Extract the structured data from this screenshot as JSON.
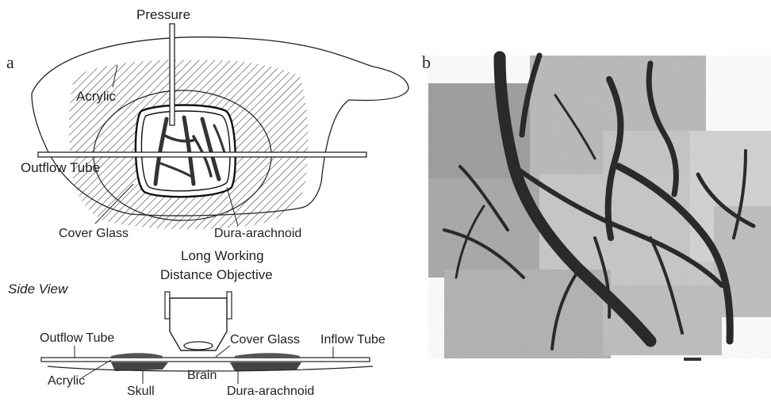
{
  "panel_a": {
    "letter": "a",
    "top_view": {
      "pressure": "Pressure",
      "acrylic": "Acrylic",
      "outflow_tube": "Outflow Tube",
      "cover_glass": "Cover Glass",
      "dura_arachnoid": "Dura-arachnoid"
    },
    "side_view": {
      "title": "Side View",
      "objective_line1": "Long Working",
      "objective_line2": "Distance Objective",
      "outflow_tube": "Outflow Tube",
      "cover_glass": "Cover Glass",
      "inflow_tube": "Inflow Tube",
      "acrylic": "Acrylic",
      "brain": "Brain",
      "skull": "Skull",
      "dura_arachnoid": "Dura-arachnoid"
    }
  },
  "panel_b": {
    "letter": "b"
  }
}
